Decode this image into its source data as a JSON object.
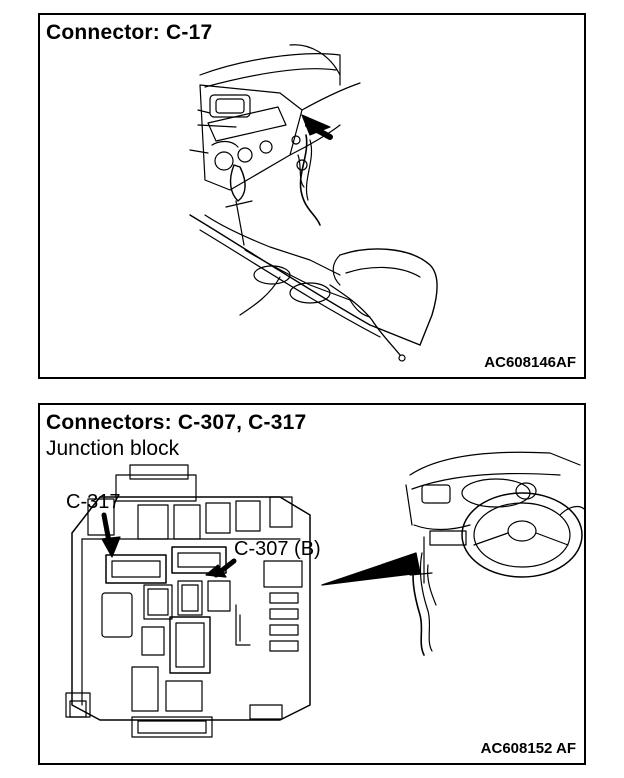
{
  "panels": [
    {
      "title": "Connector: C-17",
      "code": "AC608146AF"
    },
    {
      "title": "Connectors: C-307, C-317",
      "subtitle": "Junction block",
      "code": "AC608152 AF",
      "callouts": {
        "c317": "C-317",
        "c307": "C-307 (B)"
      }
    }
  ]
}
